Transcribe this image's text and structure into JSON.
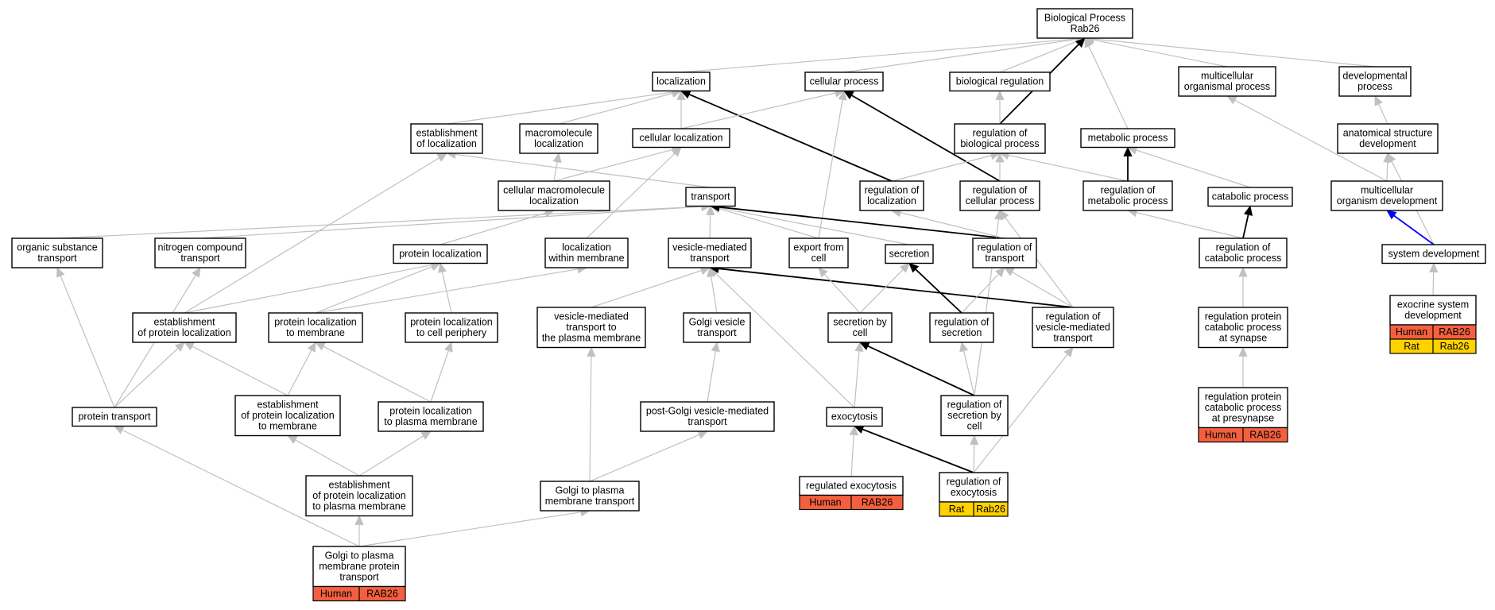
{
  "colors": {
    "background": "#ffffff",
    "edge_gray": "#c0c0c0",
    "edge_black": "#000000",
    "edge_blue": "#0000ff",
    "node_border": "#000000",
    "human_tag": "#f4603f",
    "rat_tag": "#ffd200"
  },
  "nodes": [
    {
      "id": "bp",
      "lines": [
        "Biological Process",
        "Rab26"
      ]
    },
    {
      "id": "localization",
      "lines": [
        "localization"
      ]
    },
    {
      "id": "cellular_process",
      "lines": [
        "cellular process"
      ]
    },
    {
      "id": "biological_regulation",
      "lines": [
        "biological regulation"
      ]
    },
    {
      "id": "multicellular_organismal_process",
      "lines": [
        "multicellular",
        "organismal process"
      ]
    },
    {
      "id": "developmental_process",
      "lines": [
        "developmental",
        "process"
      ]
    },
    {
      "id": "establishment_of_localization",
      "lines": [
        "establishment",
        "of localization"
      ]
    },
    {
      "id": "macromolecule_localization",
      "lines": [
        "macromolecule",
        "localization"
      ]
    },
    {
      "id": "cellular_localization",
      "lines": [
        "cellular localization"
      ]
    },
    {
      "id": "regulation_of_biological_process",
      "lines": [
        "regulation of",
        "biological process"
      ]
    },
    {
      "id": "metabolic_process",
      "lines": [
        "metabolic process"
      ]
    },
    {
      "id": "anatomical_structure_development",
      "lines": [
        "anatomical structure",
        "development"
      ]
    },
    {
      "id": "cellular_macromolecule_localization",
      "lines": [
        "cellular macromolecule",
        "localization"
      ]
    },
    {
      "id": "transport",
      "lines": [
        "transport"
      ]
    },
    {
      "id": "regulation_of_localization",
      "lines": [
        "regulation of",
        "localization"
      ]
    },
    {
      "id": "regulation_of_cellular_process",
      "lines": [
        "regulation of",
        "cellular process"
      ]
    },
    {
      "id": "regulation_of_metabolic_process",
      "lines": [
        "regulation of",
        "metabolic process"
      ]
    },
    {
      "id": "catabolic_process",
      "lines": [
        "catabolic process"
      ]
    },
    {
      "id": "multicellular_organism_development",
      "lines": [
        "multicellular",
        "organism development"
      ]
    },
    {
      "id": "organic_substance_transport",
      "lines": [
        "organic substance",
        "transport"
      ]
    },
    {
      "id": "nitrogen_compound_transport",
      "lines": [
        "nitrogen compound",
        "transport"
      ]
    },
    {
      "id": "protein_localization",
      "lines": [
        "protein localization"
      ]
    },
    {
      "id": "localization_within_membrane",
      "lines": [
        "localization",
        "within membrane"
      ]
    },
    {
      "id": "vesicle_mediated_transport",
      "lines": [
        "vesicle-mediated",
        "transport"
      ]
    },
    {
      "id": "export_from_cell",
      "lines": [
        "export from",
        "cell"
      ]
    },
    {
      "id": "secretion",
      "lines": [
        "secretion"
      ]
    },
    {
      "id": "regulation_of_transport",
      "lines": [
        "regulation of",
        "transport"
      ]
    },
    {
      "id": "regulation_of_catabolic_process",
      "lines": [
        "regulation of",
        "catabolic process"
      ]
    },
    {
      "id": "system_development",
      "lines": [
        "system development"
      ]
    },
    {
      "id": "establishment_of_protein_localization",
      "lines": [
        "establishment",
        "of protein localization"
      ]
    },
    {
      "id": "protein_localization_to_membrane",
      "lines": [
        "protein localization",
        "to membrane"
      ]
    },
    {
      "id": "protein_localization_to_cell_periphery",
      "lines": [
        "protein localization",
        "to cell periphery"
      ]
    },
    {
      "id": "vesicle_mediated_transport_to_plasma_membrane",
      "lines": [
        "vesicle-mediated",
        "transport to",
        "the plasma membrane"
      ]
    },
    {
      "id": "golgi_vesicle_transport",
      "lines": [
        "Golgi vesicle",
        "transport"
      ]
    },
    {
      "id": "secretion_by_cell",
      "lines": [
        "secretion by",
        "cell"
      ]
    },
    {
      "id": "regulation_of_secretion",
      "lines": [
        "regulation of",
        "secretion"
      ]
    },
    {
      "id": "regulation_of_vesicle_mediated_transport",
      "lines": [
        "regulation of",
        "vesicle-mediated",
        "transport"
      ]
    },
    {
      "id": "regulation_protein_catabolic_process_at_synapse",
      "lines": [
        "regulation protein",
        "catabolic process",
        "at synapse"
      ]
    },
    {
      "id": "exocrine_system_development",
      "lines": [
        "exocrine system",
        "development"
      ],
      "tags": [
        [
          "Human",
          "RAB26"
        ],
        [
          "Rat",
          "Rab26"
        ]
      ]
    },
    {
      "id": "protein_transport",
      "lines": [
        "protein transport"
      ]
    },
    {
      "id": "establishment_of_protein_localization_to_membrane",
      "lines": [
        "establishment",
        "of protein localization",
        "to membrane"
      ]
    },
    {
      "id": "protein_localization_to_plasma_membrane",
      "lines": [
        "protein localization",
        "to plasma membrane"
      ]
    },
    {
      "id": "post_golgi_vesicle_mediated_transport",
      "lines": [
        "post-Golgi vesicle-mediated",
        "transport"
      ]
    },
    {
      "id": "exocytosis",
      "lines": [
        "exocytosis"
      ]
    },
    {
      "id": "regulation_of_secretion_by_cell",
      "lines": [
        "regulation of",
        "secretion by",
        "cell"
      ]
    },
    {
      "id": "regulation_protein_catabolic_process_at_presynapse",
      "lines": [
        "regulation protein",
        "catabolic process",
        "at presynapse"
      ],
      "tags": [
        [
          "Human",
          "RAB26"
        ]
      ]
    },
    {
      "id": "establishment_of_protein_localization_to_plasma_membrane",
      "lines": [
        "establishment",
        "of protein localization",
        "to plasma membrane"
      ]
    },
    {
      "id": "golgi_to_plasma_membrane_transport",
      "lines": [
        "Golgi to plasma",
        "membrane transport"
      ]
    },
    {
      "id": "regulated_exocytosis",
      "lines": [
        "regulated exocytosis"
      ],
      "tags": [
        [
          "Human",
          "RAB26"
        ]
      ]
    },
    {
      "id": "regulation_of_exocytosis",
      "lines": [
        "regulation of",
        "exocytosis"
      ],
      "tags": [
        [
          "Rat",
          "Rab26"
        ]
      ]
    },
    {
      "id": "golgi_to_plasma_membrane_protein_transport",
      "lines": [
        "Golgi to plasma",
        "membrane protein",
        "transport"
      ],
      "tags": [
        [
          "Human",
          "RAB26"
        ]
      ]
    }
  ],
  "edges": [
    {
      "from": "localization",
      "to": "bp",
      "style": "gray"
    },
    {
      "from": "cellular_process",
      "to": "bp",
      "style": "gray"
    },
    {
      "from": "biological_regulation",
      "to": "bp",
      "style": "gray"
    },
    {
      "from": "regulation_of_biological_process",
      "to": "bp",
      "style": "black"
    },
    {
      "from": "metabolic_process",
      "to": "bp",
      "style": "gray"
    },
    {
      "from": "multicellular_organismal_process",
      "to": "bp",
      "style": "gray"
    },
    {
      "from": "developmental_process",
      "to": "bp",
      "style": "gray"
    },
    {
      "from": "establishment_of_localization",
      "to": "localization",
      "style": "gray"
    },
    {
      "from": "macromolecule_localization",
      "to": "localization",
      "style": "gray"
    },
    {
      "from": "cellular_localization",
      "to": "localization",
      "style": "gray"
    },
    {
      "from": "regulation_of_localization",
      "to": "localization",
      "style": "black"
    },
    {
      "from": "cellular_localization",
      "to": "cellular_process",
      "style": "gray"
    },
    {
      "from": "export_from_cell",
      "to": "cellular_process",
      "style": "gray"
    },
    {
      "from": "regulation_of_cellular_process",
      "to": "cellular_process",
      "style": "black"
    },
    {
      "from": "regulation_of_biological_process",
      "to": "biological_regulation",
      "style": "gray"
    },
    {
      "from": "regulation_of_localization",
      "to": "regulation_of_biological_process",
      "style": "gray"
    },
    {
      "from": "regulation_of_cellular_process",
      "to": "regulation_of_biological_process",
      "style": "gray"
    },
    {
      "from": "regulation_of_metabolic_process",
      "to": "regulation_of_biological_process",
      "style": "gray"
    },
    {
      "from": "regulation_of_metabolic_process",
      "to": "metabolic_process",
      "style": "black"
    },
    {
      "from": "catabolic_process",
      "to": "metabolic_process",
      "style": "gray"
    },
    {
      "from": "multicellular_organism_development",
      "to": "multicellular_organismal_process",
      "style": "gray"
    },
    {
      "from": "anatomical_structure_development",
      "to": "developmental_process",
      "style": "gray"
    },
    {
      "from": "multicellular_organism_development",
      "to": "anatomical_structure_development",
      "style": "gray"
    },
    {
      "from": "system_development",
      "to": "anatomical_structure_development",
      "style": "gray"
    },
    {
      "from": "system_development",
      "to": "multicellular_organism_development",
      "style": "blue"
    },
    {
      "from": "exocrine_system_development",
      "to": "system_development",
      "style": "gray"
    },
    {
      "from": "cellular_macromolecule_localization",
      "to": "macromolecule_localization",
      "style": "gray"
    },
    {
      "from": "cellular_macromolecule_localization",
      "to": "cellular_localization",
      "style": "gray"
    },
    {
      "from": "localization_within_membrane",
      "to": "cellular_localization",
      "style": "gray"
    },
    {
      "from": "transport",
      "to": "establishment_of_localization",
      "style": "gray"
    },
    {
      "from": "establishment_of_protein_localization",
      "to": "establishment_of_localization",
      "style": "gray"
    },
    {
      "from": "protein_localization",
      "to": "cellular_macromolecule_localization",
      "style": "gray"
    },
    {
      "from": "organic_substance_transport",
      "to": "transport",
      "style": "gray"
    },
    {
      "from": "nitrogen_compound_transport",
      "to": "transport",
      "style": "gray"
    },
    {
      "from": "vesicle_mediated_transport",
      "to": "transport",
      "style": "gray"
    },
    {
      "from": "export_from_cell",
      "to": "transport",
      "style": "gray"
    },
    {
      "from": "secretion",
      "to": "transport",
      "style": "gray"
    },
    {
      "from": "regulation_of_transport",
      "to": "transport",
      "style": "black"
    },
    {
      "from": "regulation_of_transport",
      "to": "regulation_of_localization",
      "style": "gray"
    },
    {
      "from": "regulation_of_vesicle_mediated_transport",
      "to": "regulation_of_cellular_process",
      "style": "gray"
    },
    {
      "from": "regulation_of_secretion_by_cell",
      "to": "regulation_of_cellular_process",
      "style": "gray"
    },
    {
      "from": "regulation_of_catabolic_process",
      "to": "regulation_of_metabolic_process",
      "style": "gray"
    },
    {
      "from": "regulation_of_catabolic_process",
      "to": "catabolic_process",
      "style": "black"
    },
    {
      "from": "regulation_protein_catabolic_process_at_synapse",
      "to": "regulation_of_catabolic_process",
      "style": "gray"
    },
    {
      "from": "regulation_protein_catabolic_process_at_presynapse",
      "to": "regulation_protein_catabolic_process_at_synapse",
      "style": "gray"
    },
    {
      "from": "protein_localization_to_membrane",
      "to": "protein_localization",
      "style": "gray"
    },
    {
      "from": "protein_localization_to_cell_periphery",
      "to": "protein_localization",
      "style": "gray"
    },
    {
      "from": "establishment_of_protein_localization",
      "to": "protein_localization",
      "style": "gray"
    },
    {
      "from": "protein_localization_to_membrane",
      "to": "localization_within_membrane",
      "style": "gray"
    },
    {
      "from": "vesicle_mediated_transport_to_plasma_membrane",
      "to": "vesicle_mediated_transport",
      "style": "gray"
    },
    {
      "from": "golgi_vesicle_transport",
      "to": "vesicle_mediated_transport",
      "style": "gray"
    },
    {
      "from": "exocytosis",
      "to": "vesicle_mediated_transport",
      "style": "gray"
    },
    {
      "from": "regulation_of_vesicle_mediated_transport",
      "to": "vesicle_mediated_transport",
      "style": "black"
    },
    {
      "from": "secretion_by_cell",
      "to": "export_from_cell",
      "style": "gray"
    },
    {
      "from": "secretion_by_cell",
      "to": "secretion",
      "style": "gray"
    },
    {
      "from": "regulation_of_secretion",
      "to": "secretion",
      "style": "black"
    },
    {
      "from": "regulation_of_secretion",
      "to": "regulation_of_transport",
      "style": "gray"
    },
    {
      "from": "regulation_of_vesicle_mediated_transport",
      "to": "regulation_of_transport",
      "style": "gray"
    },
    {
      "from": "protein_transport",
      "to": "organic_substance_transport",
      "style": "gray"
    },
    {
      "from": "protein_transport",
      "to": "nitrogen_compound_transport",
      "style": "gray"
    },
    {
      "from": "protein_transport",
      "to": "establishment_of_protein_localization",
      "style": "gray"
    },
    {
      "from": "establishment_of_protein_localization_to_membrane",
      "to": "establishment_of_protein_localization",
      "style": "gray"
    },
    {
      "from": "establishment_of_protein_localization_to_membrane",
      "to": "protein_localization_to_membrane",
      "style": "gray"
    },
    {
      "from": "protein_localization_to_plasma_membrane",
      "to": "protein_localization_to_membrane",
      "style": "gray"
    },
    {
      "from": "protein_localization_to_plasma_membrane",
      "to": "protein_localization_to_cell_periphery",
      "style": "gray"
    },
    {
      "from": "golgi_to_plasma_membrane_transport",
      "to": "vesicle_mediated_transport_to_plasma_membrane",
      "style": "gray"
    },
    {
      "from": "post_golgi_vesicle_mediated_transport",
      "to": "golgi_vesicle_transport",
      "style": "gray"
    },
    {
      "from": "exocytosis",
      "to": "secretion_by_cell",
      "style": "gray"
    },
    {
      "from": "regulation_of_secretion_by_cell",
      "to": "secretion_by_cell",
      "style": "black"
    },
    {
      "from": "regulation_of_secretion_by_cell",
      "to": "regulation_of_secretion",
      "style": "gray"
    },
    {
      "from": "establishment_of_protein_localization_to_plasma_membrane",
      "to": "establishment_of_protein_localization_to_membrane",
      "style": "gray"
    },
    {
      "from": "establishment_of_protein_localization_to_plasma_membrane",
      "to": "protein_localization_to_plasma_membrane",
      "style": "gray"
    },
    {
      "from": "golgi_to_plasma_membrane_transport",
      "to": "post_golgi_vesicle_mediated_transport",
      "style": "gray"
    },
    {
      "from": "regulated_exocytosis",
      "to": "exocytosis",
      "style": "gray"
    },
    {
      "from": "regulation_of_exocytosis",
      "to": "exocytosis",
      "style": "black"
    },
    {
      "from": "regulation_of_exocytosis",
      "to": "regulation_of_secretion_by_cell",
      "style": "gray"
    },
    {
      "from": "regulation_of_exocytosis",
      "to": "regulation_of_vesicle_mediated_transport",
      "style": "gray"
    },
    {
      "from": "golgi_to_plasma_membrane_protein_transport",
      "to": "establishment_of_protein_localization_to_plasma_membrane",
      "style": "gray"
    },
    {
      "from": "golgi_to_plasma_membrane_protein_transport",
      "to": "golgi_to_plasma_membrane_transport",
      "style": "gray"
    },
    {
      "from": "golgi_to_plasma_membrane_protein_transport",
      "to": "protein_transport",
      "style": "gray"
    }
  ]
}
